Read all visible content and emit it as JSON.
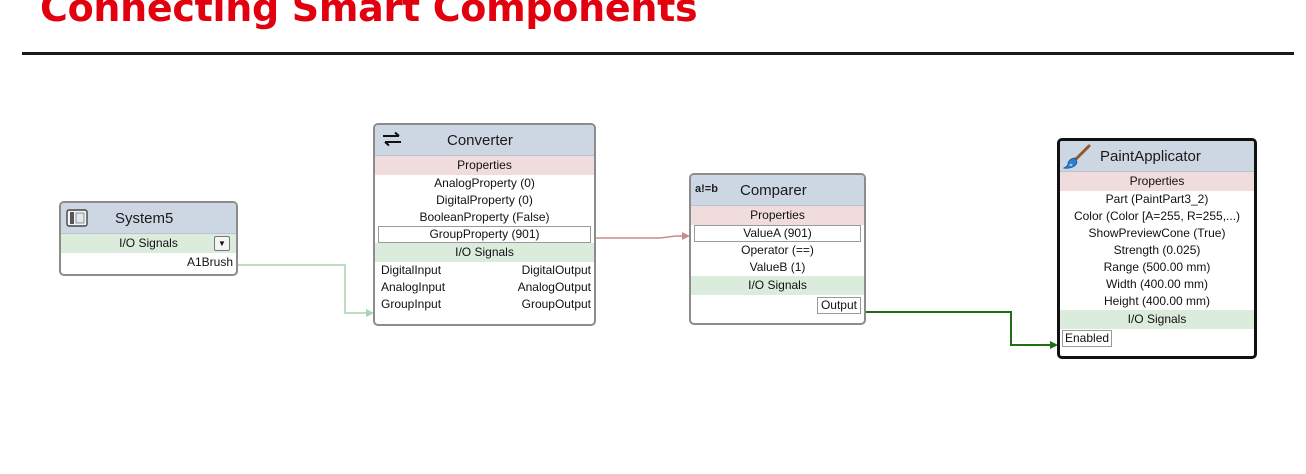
{
  "page": {
    "title": "Connecting Smart Components"
  },
  "nodes": {
    "system5": {
      "name": "System5",
      "io_label": "I/O Signals",
      "ports": [
        "A1Brush"
      ]
    },
    "converter": {
      "name": "Converter",
      "properties_label": "Properties",
      "properties": [
        "AnalogProperty (0)",
        "DigitalProperty (0)",
        "BooleanProperty (False)",
        "GroupProperty (901)"
      ],
      "io_label": "I/O Signals",
      "inputs": [
        "DigitalInput",
        "AnalogInput",
        "GroupInput"
      ],
      "outputs": [
        "DigitalOutput",
        "AnalogOutput",
        "GroupOutput"
      ]
    },
    "comparer": {
      "name": "Comparer",
      "icon_text": "a!=b",
      "properties_label": "Properties",
      "properties": [
        "ValueA (901)",
        "Operator (==)",
        "ValueB (1)"
      ],
      "io_label": "I/O Signals",
      "outputs": [
        "Output"
      ]
    },
    "paint_applicator": {
      "name": "PaintApplicator",
      "properties_label": "Properties",
      "properties": [
        "Part (PaintPart3_2)",
        "Color (Color [A=255, R=255,...)",
        "ShowPreviewCone (True)",
        "Strength (0.025)",
        "Range (500.00 mm)",
        "Width (400.00 mm)",
        "Height (400.00 mm)"
      ],
      "io_label": "I/O Signals",
      "inputs": [
        "Enabled"
      ]
    }
  },
  "colors": {
    "title": "#e2000f",
    "header": "#ccd7e3",
    "properties_band": "#f0dcdc",
    "io_band": "#dcecdc",
    "wire_signal_idle": "#a9d3b0",
    "wire_property": "#c98a8a",
    "wire_signal_active": "#1e6e14"
  },
  "icons": {
    "system5": "station-icon",
    "converter": "swap-arrows-icon",
    "comparer": "compare-icon",
    "paint_applicator": "paint-brush-icon"
  }
}
